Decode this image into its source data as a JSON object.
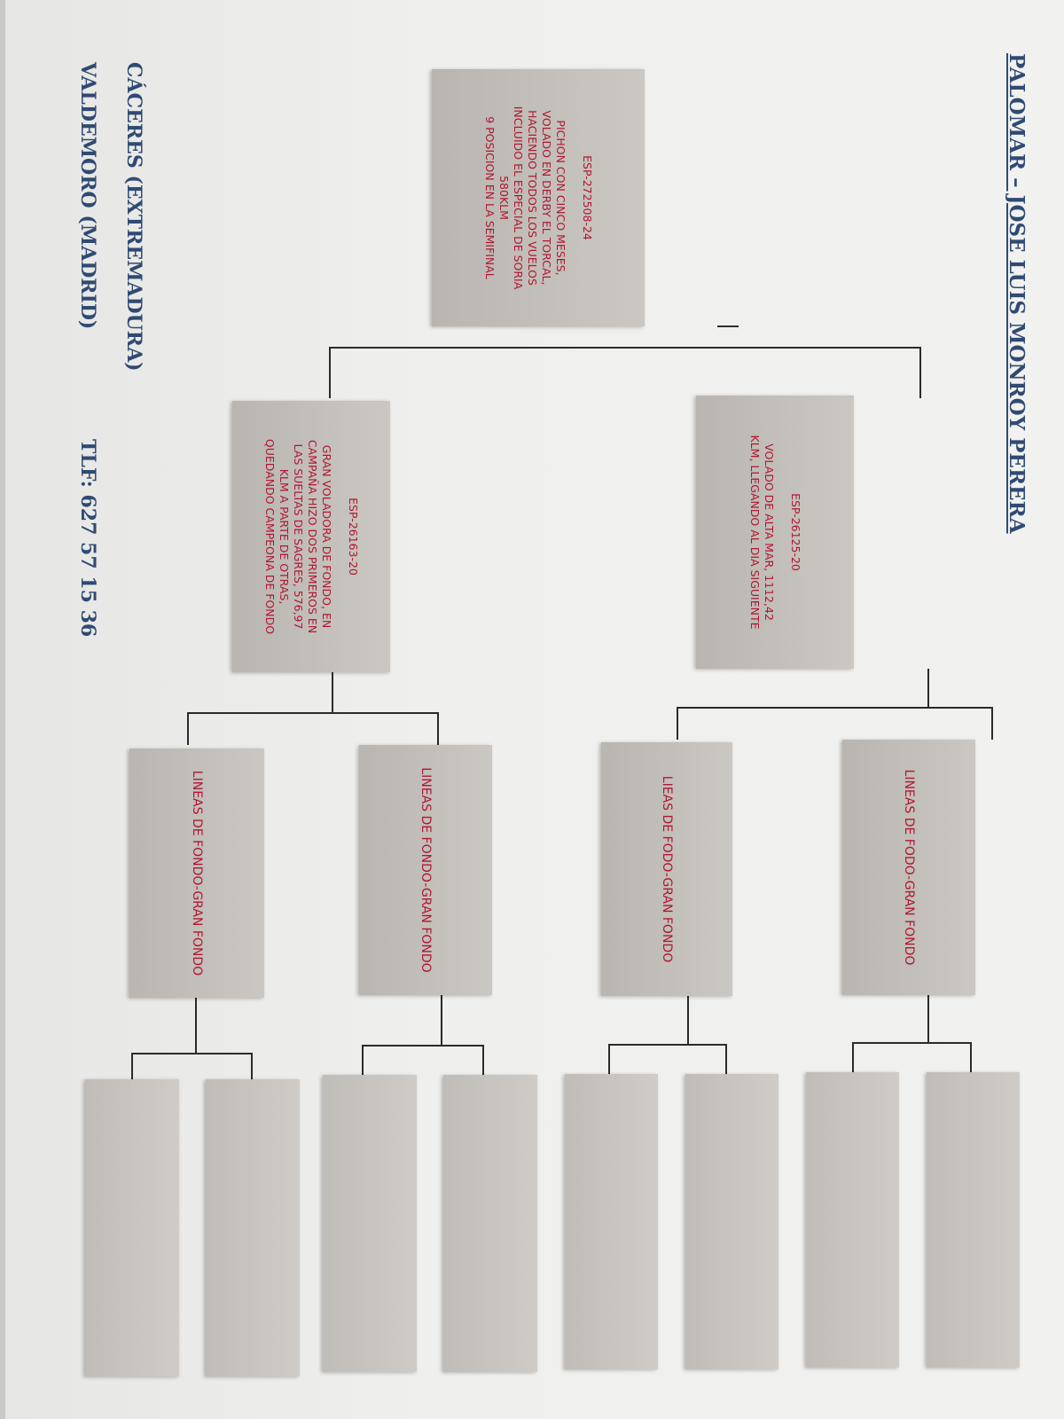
{
  "title": "PALOMAR – JOSE LUIS MONROY PERERA",
  "footer": {
    "location_1": "CÁCERES (EXTREMADURA)",
    "location_2": "VALDEMORO (MADRID)",
    "phone": "TLF: 627 57 15 36"
  },
  "subject": {
    "code": "ESP-272508-24",
    "lines": [
      "PICHON CON CINCO MESES,",
      "VOLADO EN DERBY EL TORCAL,",
      "HACIENDO TODOS LOS VUELOS",
      "INCLUIDO EL ESPECIAL DE SORIA",
      "580KLM",
      "9 POSICION EN LA SEMIFINAL"
    ]
  },
  "sire": {
    "code": "ESP-26125-20",
    "lines": [
      "VOLADO DE ALTA MAR, 1112,42",
      "KLM, LLEGANDO AL DIA SIGUIENTE"
    ]
  },
  "dam": {
    "code": "ESP-26163-20",
    "lines": [
      "GRAN VOLADORA DE FONDO, EN",
      "CAMPAÑA HIZO DOS PRIMEROS EN",
      "LAS SUELTAS DE SAGRES, 576,97",
      "KLM A PARTE DE OTRAS,",
      "QUEDANDO CAMPEONA DE FONDO"
    ]
  },
  "grandparents": [
    "LINEAS DE FODO-GRAN FONDO",
    "LIEAS DE FODO-GRAN FONDO",
    "LINEAS DE FONDO-GRAN FONDO",
    "LINEAS DE FONDO-GRAN FONDO"
  ]
}
